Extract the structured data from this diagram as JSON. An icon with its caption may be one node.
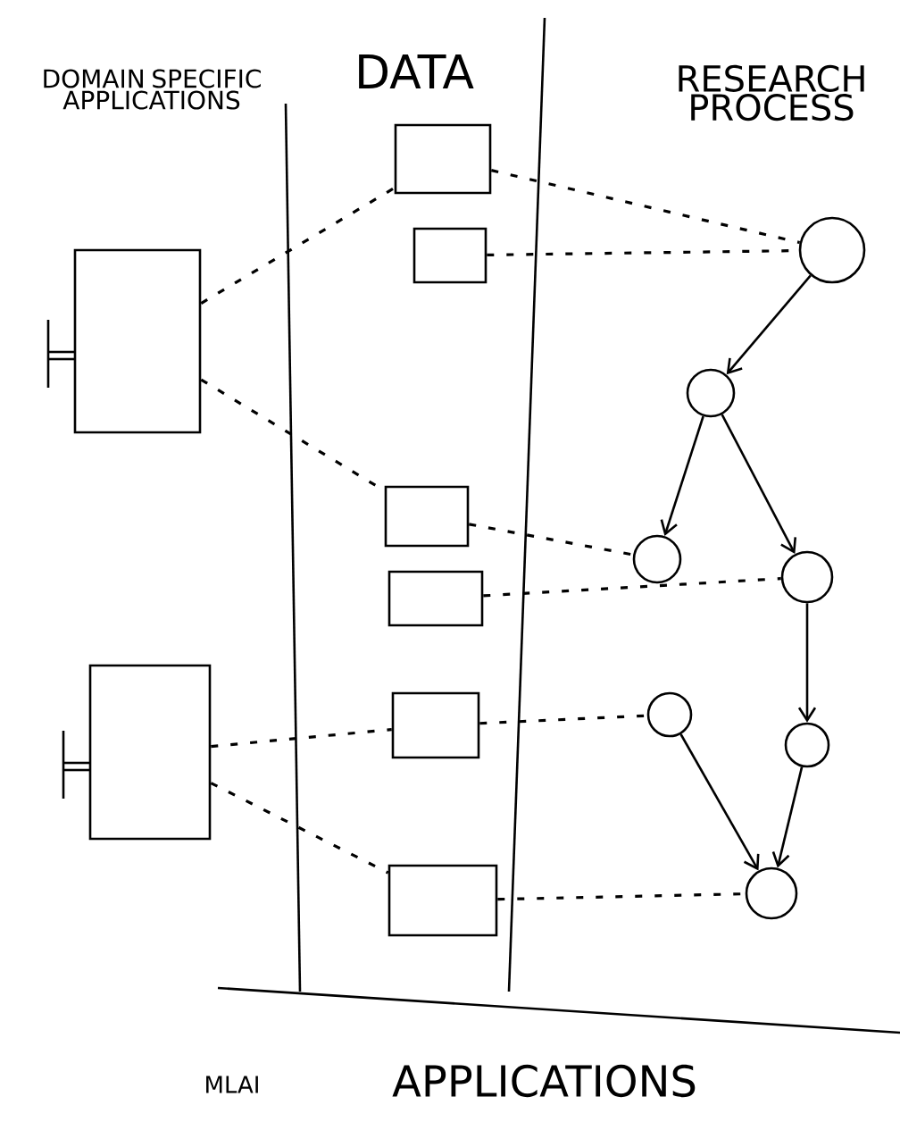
{
  "diagram": {
    "nodes": [
      {
        "text": [],
        "shape": "box"
      },
      {
        "text": [],
        "shape": "box"
      },
      {
        "text": [],
        "shape": "box"
      },
      {
        "text": [],
        "shape": "box"
      },
      {
        "text": [],
        "shape": "box"
      },
      {
        "text": [],
        "shape": "box"
      },
      {
        "text": [],
        "shape": "box"
      },
      {
        "text": [],
        "shape": "box"
      },
      {
        "text": [],
        "shape": "circle"
      },
      {
        "text": [],
        "shape": "circle"
      },
      {
        "text": [],
        "shape": "circle"
      },
      {
        "text": [],
        "shape": "circle"
      },
      {
        "text": [],
        "shape": "circle"
      },
      {
        "text": [],
        "shape": "circle"
      },
      {
        "text": [],
        "shape": "circle"
      }
    ],
    "edges": [
      {
        "from": 0,
        "to": 2,
        "arrow": "none",
        "style": "dashed"
      },
      {
        "from": 0,
        "to": 4,
        "arrow": "none",
        "style": "dashed"
      },
      {
        "from": 1,
        "to": 6,
        "arrow": "none",
        "style": "dashed"
      },
      {
        "from": 1,
        "to": 7,
        "arrow": "none",
        "style": "dashed"
      },
      {
        "from": 2,
        "to": 8,
        "arrow": "none",
        "style": "dashed"
      },
      {
        "from": 3,
        "to": 8,
        "arrow": "none",
        "style": "dashed"
      },
      {
        "from": 4,
        "to": 10,
        "arrow": "none",
        "style": "dashed"
      },
      {
        "from": 5,
        "to": 11,
        "arrow": "none",
        "style": "dashed"
      },
      {
        "from": 6,
        "to": 12,
        "arrow": "none",
        "style": "dashed"
      },
      {
        "from": 7,
        "to": 14,
        "arrow": "none",
        "style": "dashed"
      },
      {
        "from": 8,
        "to": 9,
        "arrow": "to"
      },
      {
        "from": 9,
        "to": 10,
        "arrow": "to"
      },
      {
        "from": 9,
        "to": 11,
        "arrow": "to"
      },
      {
        "from": 11,
        "to": 13,
        "arrow": "to"
      },
      {
        "from": 12,
        "to": 14,
        "arrow": "to"
      },
      {
        "from": 13,
        "to": 14,
        "arrow": "to"
      }
    ],
    "labels": [
      "DOMAIN SPECIFIC APPLICATIONS",
      "DATA",
      "RESEARCH PROCESS",
      "MLAI",
      "APPLICATIONS"
    ]
  }
}
